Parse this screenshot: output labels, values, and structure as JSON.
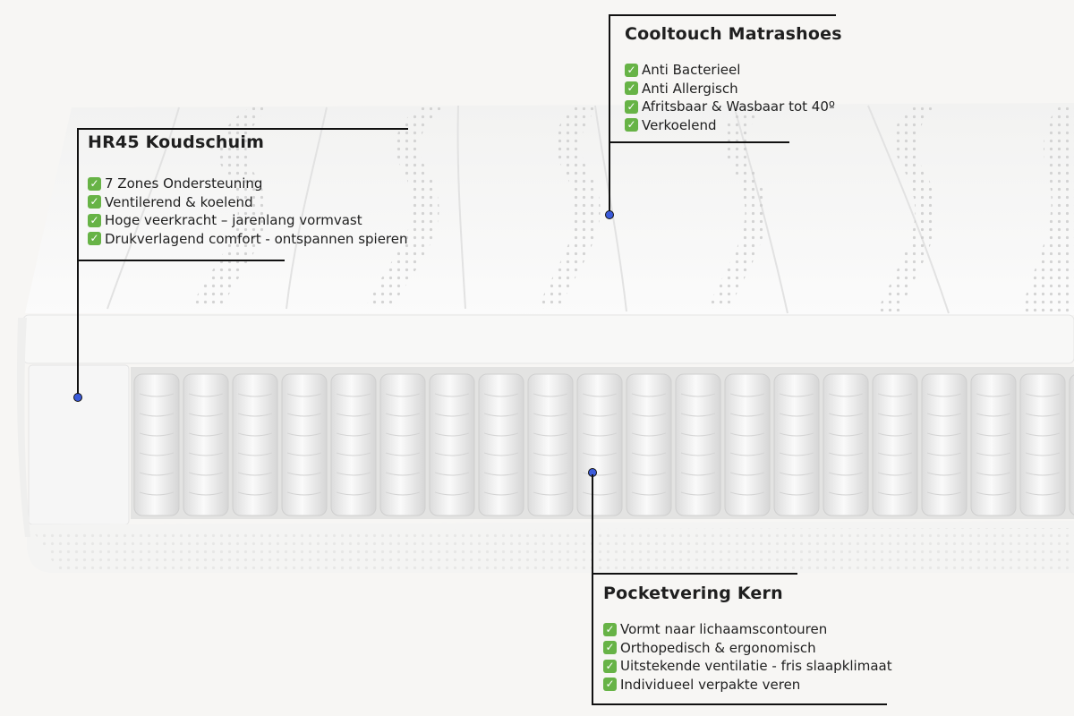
{
  "callouts": {
    "cooltouch": {
      "title": "Cooltouch Matrashoes",
      "items": [
        "Anti Bacterieel",
        "Anti Allergisch",
        "Afritsbaar & Wasbaar tot 40º",
        "Verkoelend"
      ]
    },
    "hr45": {
      "title": "HR45 Koudschuim",
      "items": [
        "7 Zones Ondersteuning",
        "Ventilerend & koelend",
        "Hoge veerkracht – jarenlang vormvast",
        "Drukverlagend comfort - ontspannen spieren"
      ]
    },
    "pocket": {
      "title": "Pocketvering Kern",
      "items": [
        "Vormt naar lichaamscontouren",
        "Orthopedisch & ergonomisch",
        "Uitstekende ventilatie - fris slaapklimaat",
        "Individueel verpakte veren"
      ]
    }
  },
  "icons": {
    "bullet": "check-mark-icon",
    "marker": "pointer-dot"
  },
  "colors": {
    "check": "#67b346",
    "marker": "#3b5bdb",
    "line": "#111111",
    "background": "#f7f6f4"
  }
}
